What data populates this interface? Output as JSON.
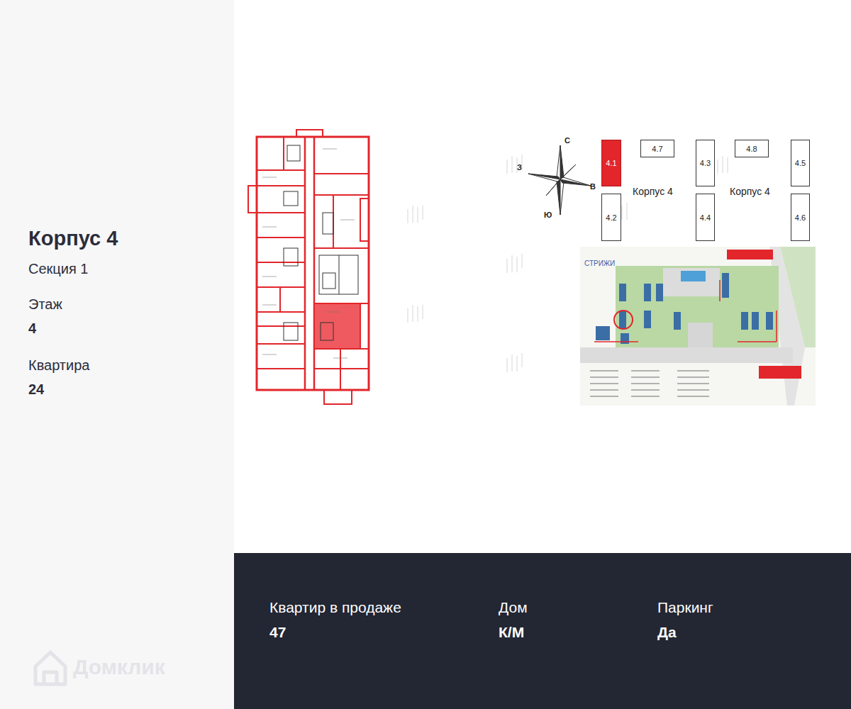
{
  "diagram": {
    "title": "Корпус 4",
    "nodes": [
      {
        "text": [
          "4.1"
        ]
      },
      {
        "text": [
          "4.7"
        ]
      },
      {
        "text": [
          "4.3"
        ]
      },
      {
        "text": [
          "4.8"
        ]
      },
      {
        "text": [
          "4.5"
        ]
      },
      {
        "text": [
          "4.2"
        ]
      },
      {
        "text": [
          "4.4"
        ]
      },
      {
        "text": [
          "4.6"
        ]
      }
    ],
    "labels": [
      "Секция 1",
      "Этаж",
      "4",
      "Квартира",
      "24",
      "С",
      "З",
      "В",
      "Ю",
      "Корпус 4",
      "Корпус 4",
      "СТРИЖИ",
      "Квартир в продаже",
      "47",
      "Дом",
      "К/М",
      "Паркинг",
      "Да",
      "Домклик"
    ]
  }
}
